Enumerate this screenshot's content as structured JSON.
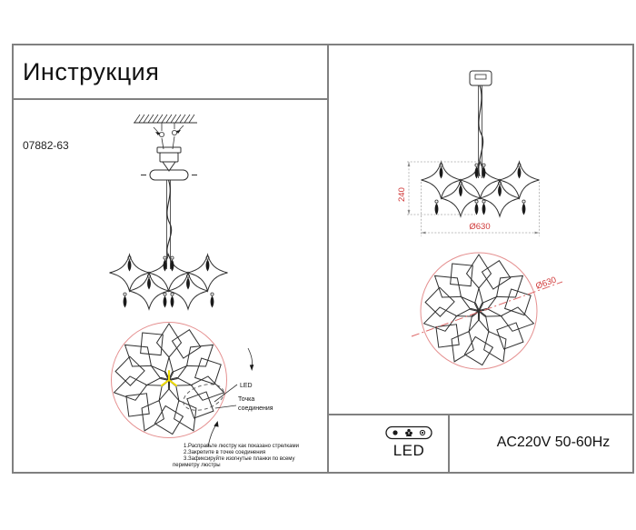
{
  "left_panel": {
    "title": "Инструкция",
    "model": "07882-63",
    "callouts": {
      "led": "LED",
      "connection_line1": "Точка",
      "connection_line2": "соединения"
    },
    "instructions": {
      "lines": [
        "1.Расправьте люстру как показано стрелками",
        "2.Закрепите в точке соединения",
        "3.Зафиксируйте изогнутые планки по всему",
        "периметру люстры"
      ]
    }
  },
  "right_panel": {
    "dimensions": {
      "height": "240",
      "diameter": "Ø630",
      "top_view_diameter": "Ø630"
    },
    "spec_strip": {
      "led_label": "LED",
      "power": "AC220V 50-60Hz"
    }
  },
  "icons": {
    "led_badge": "led-certification-icon",
    "ceiling": "ceiling-hatch"
  },
  "colors": {
    "dimension_red": "#d03a3a",
    "pattern_circle_red": "#e59090",
    "diagonal_red": "#dd6666",
    "center_yellow": "#f2de00",
    "drawing_line": "#2f2f2f",
    "border_gray": "#808080"
  }
}
